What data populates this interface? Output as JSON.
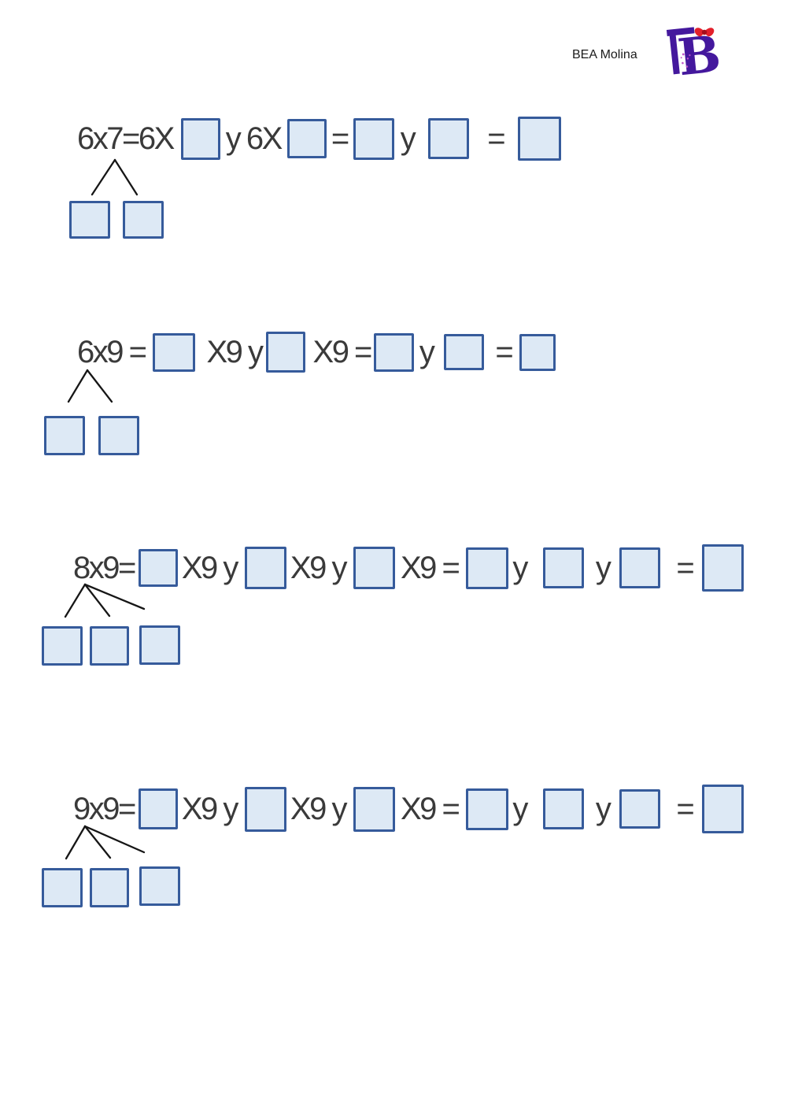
{
  "page": {
    "background": "#ffffff"
  },
  "header": {
    "author": "BEA Molina",
    "logo": {
      "letter": "B",
      "purple": "#44189d",
      "bow_red": "#e3202b",
      "sparkle_pink": "#c055c9"
    }
  },
  "colors": {
    "box_fill": "#dde9f5",
    "box_border": "#365b9b",
    "equation_text": "#3a3a3a",
    "tree_line": "#161616"
  },
  "problems": [
    {
      "name": "6x7",
      "equation_tokens": [
        {
          "type": "text",
          "value": "6x7=6X"
        },
        {
          "type": "box"
        },
        {
          "type": "text",
          "value": "y 6X"
        },
        {
          "type": "box"
        },
        {
          "type": "text",
          "value": "="
        },
        {
          "type": "box"
        },
        {
          "type": "text",
          "value": "y"
        },
        {
          "type": "box"
        },
        {
          "type": "text",
          "value": "="
        },
        {
          "type": "box"
        }
      ],
      "decomposition_boxes": 2
    },
    {
      "name": "6x9",
      "equation_tokens": [
        {
          "type": "text",
          "value": "6x9 ="
        },
        {
          "type": "box"
        },
        {
          "type": "text",
          "value": "X9 y"
        },
        {
          "type": "box"
        },
        {
          "type": "text",
          "value": "X9 ="
        },
        {
          "type": "box"
        },
        {
          "type": "text",
          "value": "y"
        },
        {
          "type": "box"
        },
        {
          "type": "text",
          "value": "="
        },
        {
          "type": "box"
        }
      ],
      "decomposition_boxes": 2
    },
    {
      "name": "8x9",
      "equation_tokens": [
        {
          "type": "text",
          "value": "8x9="
        },
        {
          "type": "box"
        },
        {
          "type": "text",
          "value": "X9 y"
        },
        {
          "type": "box"
        },
        {
          "type": "text",
          "value": "X9 y"
        },
        {
          "type": "box"
        },
        {
          "type": "text",
          "value": "X9 ="
        },
        {
          "type": "box"
        },
        {
          "type": "text",
          "value": "y"
        },
        {
          "type": "box"
        },
        {
          "type": "text",
          "value": "y"
        },
        {
          "type": "box"
        },
        {
          "type": "text",
          "value": "="
        },
        {
          "type": "box"
        }
      ],
      "decomposition_boxes": 3
    },
    {
      "name": "9x9",
      "equation_tokens": [
        {
          "type": "text",
          "value": "9x9="
        },
        {
          "type": "box"
        },
        {
          "type": "text",
          "value": "X9 y"
        },
        {
          "type": "box"
        },
        {
          "type": "text",
          "value": "X9 y"
        },
        {
          "type": "box"
        },
        {
          "type": "text",
          "value": "X9 ="
        },
        {
          "type": "box"
        },
        {
          "type": "text",
          "value": "y"
        },
        {
          "type": "box"
        },
        {
          "type": "text",
          "value": "y"
        },
        {
          "type": "box"
        },
        {
          "type": "text",
          "value": "="
        },
        {
          "type": "box"
        }
      ],
      "decomposition_boxes": 3
    }
  ]
}
